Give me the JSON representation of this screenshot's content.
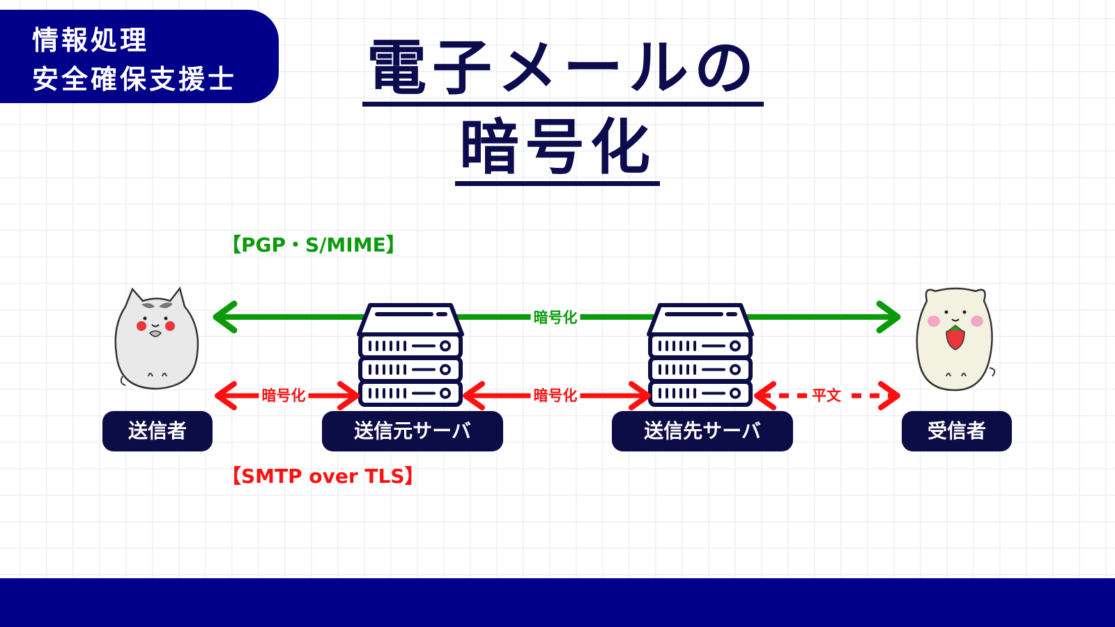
{
  "badge": {
    "line1": "情報処理",
    "line2": "安全確保支援士"
  },
  "title": {
    "line1": "電子メールの",
    "line2": "暗号化"
  },
  "protocols": {
    "pgp": "【PGP・S/MIME】",
    "smtp": "【SMTP over TLS】"
  },
  "nodes": {
    "sender": "送信者",
    "source_server": "送信元サーバ",
    "dest_server": "送信先サーバ",
    "receiver": "受信者"
  },
  "arrows": {
    "top_label": "暗号化",
    "sender_to_source": "暗号化",
    "source_to_dest": "暗号化",
    "dest_to_receiver": "平文"
  },
  "colors": {
    "navy": "#00008b",
    "dark_navy": "#0c0c46",
    "green": "#0a9a0a",
    "red": "#ff1010"
  },
  "icons": {
    "sender_character": "cat-character-icon",
    "receiver_character": "hamster-with-strawberry-icon",
    "server": "server-rack-icon"
  }
}
